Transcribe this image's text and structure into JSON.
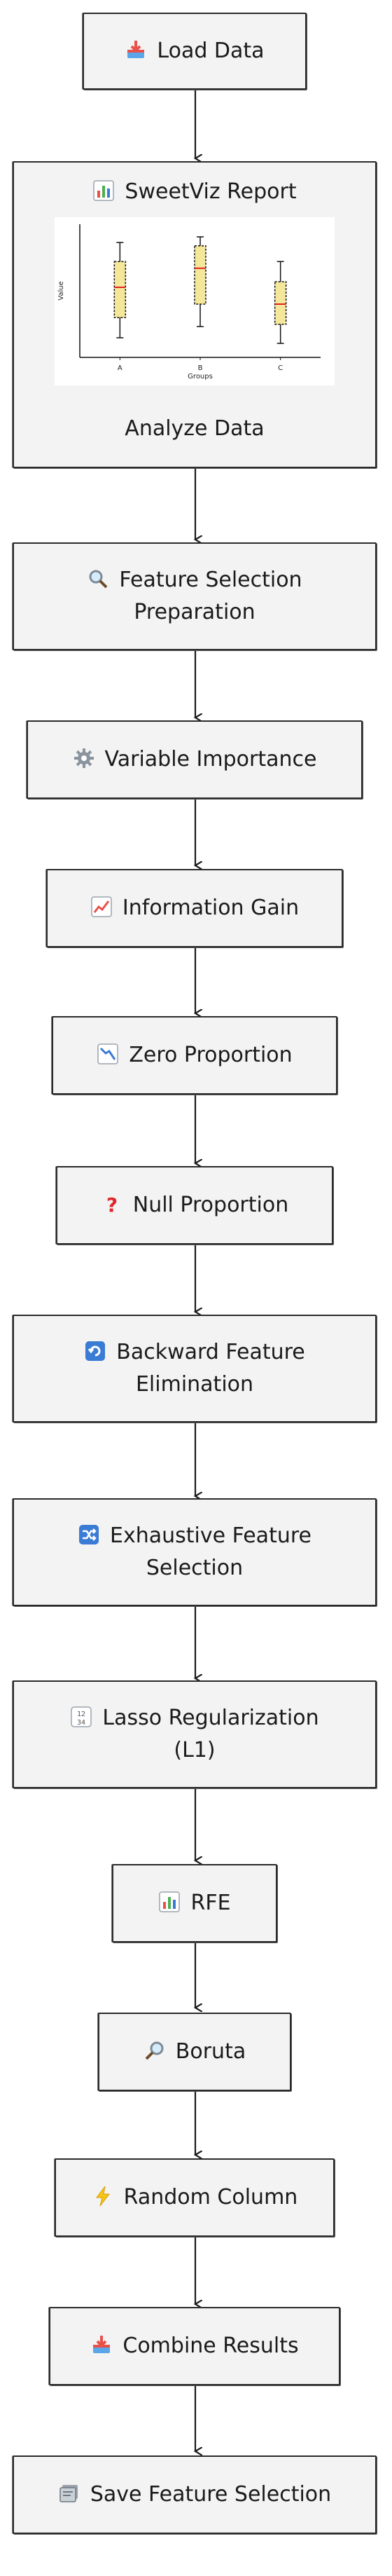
{
  "nodes": {
    "load_data": {
      "label": "Load Data",
      "icon": "inbox-tray-icon"
    },
    "sweetviz": {
      "title": "SweetViz Report",
      "icon": "bar-chart-icon",
      "subtitle": "Analyze Data"
    },
    "feature_selection_prep": {
      "line1": "Feature Selection",
      "line2": "Preparation",
      "icon": "magnifier-icon"
    },
    "variable_importance": {
      "label": "Variable Importance",
      "icon": "gear-icon"
    },
    "information_gain": {
      "label": "Information Gain",
      "icon": "chart-increasing-icon"
    },
    "zero_proportion": {
      "label": "Zero Proportion",
      "icon": "chart-decreasing-icon"
    },
    "null_proportion": {
      "label": "Null Proportion",
      "icon": "question-mark-icon"
    },
    "backward_elimination": {
      "line1": "Backward Feature",
      "line2": "Elimination",
      "icon": "refresh-icon"
    },
    "exhaustive_selection": {
      "line1": "Exhaustive Feature",
      "line2": "Selection",
      "icon": "shuffle-icon"
    },
    "lasso": {
      "line1": "Lasso Regularization",
      "line2": "(L1)",
      "icon": "numbers-icon"
    },
    "rfe": {
      "label": "RFE",
      "icon": "bar-chart-icon"
    },
    "boruta": {
      "label": "Boruta",
      "icon": "magnifier-right-icon"
    },
    "random_column": {
      "label": "Random Column",
      "icon": "lightning-icon"
    },
    "combine_results": {
      "label": "Combine Results",
      "icon": "inbox-tray-icon"
    },
    "save_selection": {
      "label": "Save Feature Selection",
      "icon": "card-file-icon"
    }
  },
  "chart_data": {
    "type": "box",
    "categories": [
      "A",
      "B",
      "C"
    ],
    "ylabel": "Value",
    "xlabel": "Groups",
    "series": [
      {
        "category": "A",
        "whisker_low": 0.1,
        "q1": 0.28,
        "median": 0.55,
        "q3": 0.78,
        "whisker_high": 0.95
      },
      {
        "category": "B",
        "whisker_low": 0.2,
        "q1": 0.4,
        "median": 0.72,
        "q3": 0.92,
        "whisker_high": 1.0
      },
      {
        "category": "C",
        "whisker_low": 0.05,
        "q1": 0.22,
        "median": 0.4,
        "q3": 0.6,
        "whisker_high": 0.78
      }
    ],
    "colors": {
      "median": "#e02020",
      "box_fill": "#f5e79a",
      "box_edge": "#111111"
    }
  }
}
